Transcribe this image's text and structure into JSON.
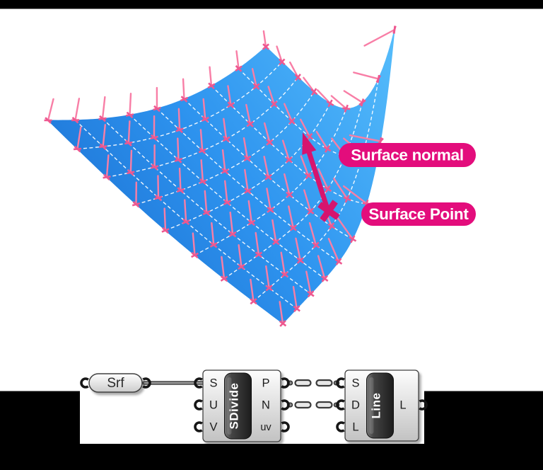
{
  "illustration": {
    "labels": {
      "surface_normal": "Surface normal",
      "surface_point": "Surface Point"
    },
    "grid": {
      "u_divisions": 8,
      "v_divisions": 8
    },
    "colors": {
      "surface_dark": "#1A6ED1",
      "surface_mid": "#2E94EF",
      "surface_light": "#55BCFB",
      "grid_line": "#FFFFFF",
      "normal_line": "#F87EA6",
      "marker": "#EE5890",
      "annotation_arrow": "#D6146E",
      "label_pill": "#E30D7C",
      "label_text": "#FFFFFF"
    }
  },
  "graph": {
    "srf": {
      "label": "Srf"
    },
    "sdivide": {
      "label": "SDivide",
      "inputs": [
        "S",
        "U",
        "V"
      ],
      "outputs": [
        "P",
        "N",
        "uv"
      ]
    },
    "line": {
      "label": "Line",
      "inputs": [
        "S",
        "D",
        "L"
      ],
      "outputs": [
        "L"
      ]
    }
  }
}
